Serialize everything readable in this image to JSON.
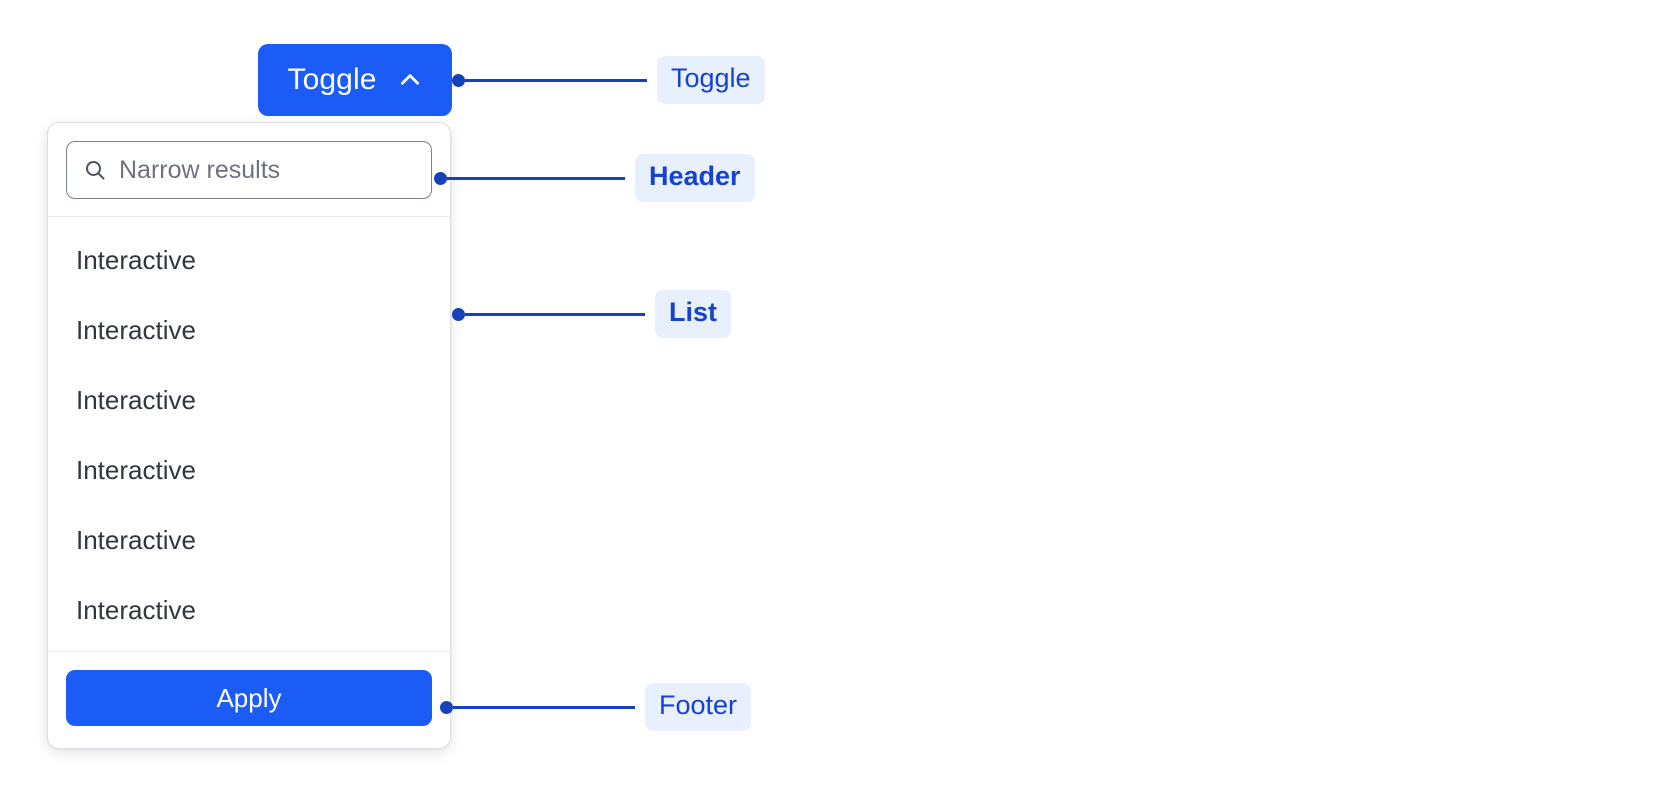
{
  "toggle": {
    "label": "Toggle",
    "icon": "chevron-up-icon"
  },
  "panel": {
    "header": {
      "search": {
        "icon": "search-icon",
        "placeholder": "Narrow results",
        "value": ""
      }
    },
    "list": {
      "items": [
        {
          "label": "Interactive"
        },
        {
          "label": "Interactive"
        },
        {
          "label": "Interactive"
        },
        {
          "label": "Interactive"
        },
        {
          "label": "Interactive"
        },
        {
          "label": "Interactive"
        }
      ]
    },
    "footer": {
      "apply_label": "Apply"
    }
  },
  "annotations": [
    {
      "label": "Toggle",
      "target": "toggle-button"
    },
    {
      "label": "Header",
      "target": "panel-header"
    },
    {
      "label": "List",
      "target": "panel-list"
    },
    {
      "label": "Footer",
      "target": "panel-footer"
    }
  ],
  "colors": {
    "accent": "#1a5cf5",
    "annotation_line": "#1542b8",
    "annotation_chip_bg": "#e9f0fd",
    "annotation_chip_text": "#1542cf",
    "list_item_text": "#32373f",
    "placeholder_text": "#6e737f",
    "panel_border": "#dcdfe4",
    "divider": "#e7e9ee",
    "background": "#ffffff"
  }
}
